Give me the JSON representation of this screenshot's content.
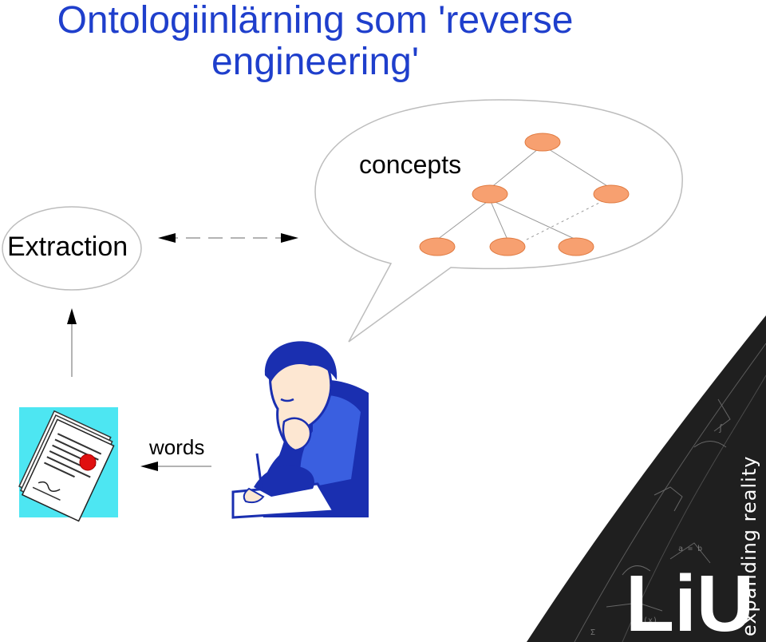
{
  "slide": {
    "title_line1": "Ontologiinlärning som 'reverse",
    "title_line2": "engineering'"
  },
  "diagram": {
    "concepts_label": "concepts",
    "extraction_label": "Extraction",
    "words_label": "words"
  },
  "branding": {
    "logo_text": "LiU",
    "tagline": "expanding reality"
  },
  "colors": {
    "title": "#1f3fcc",
    "node_fill": "#f7a070",
    "node_stroke": "#e07a40",
    "document_bg": "#4de6f2",
    "seal": "#e01010",
    "figure_blue": "#1a2fb0",
    "corner_dark": "#202020"
  }
}
